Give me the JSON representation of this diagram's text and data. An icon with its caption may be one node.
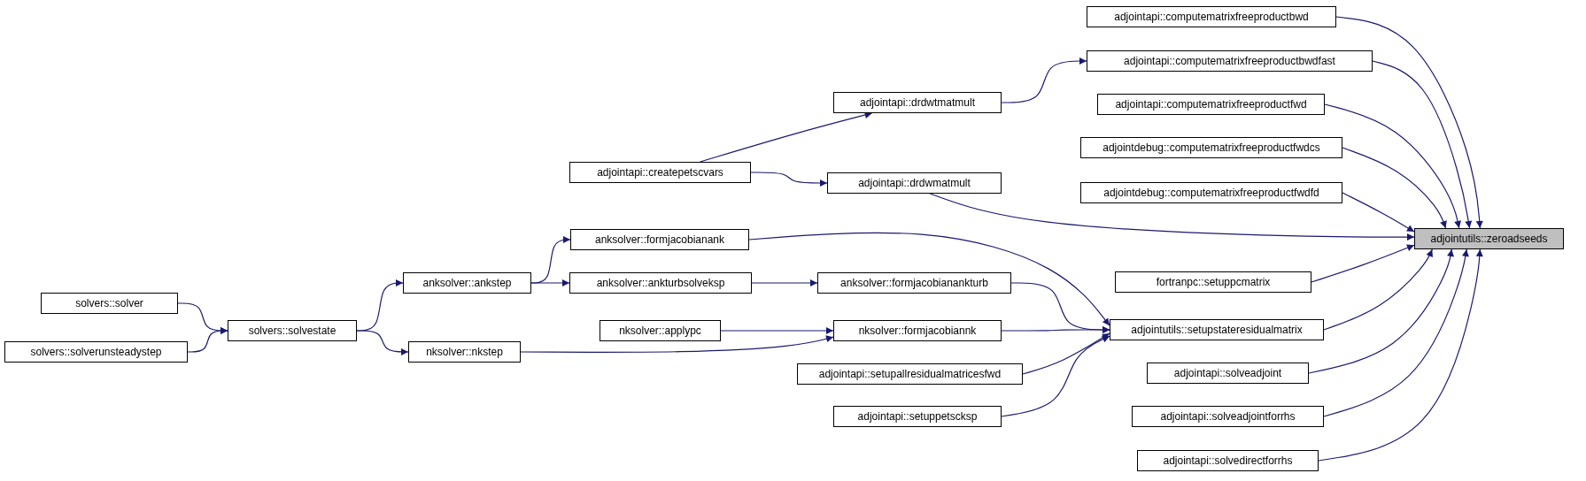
{
  "diagram": {
    "nodes": [
      {
        "text": [
          "adjointapi::computematrixfreeproductbwd"
        ]
      },
      {
        "text": [
          "adjointapi::computematrixfreeproductbwdfast"
        ]
      },
      {
        "text": [
          "adjointapi::drdwtmatmult"
        ]
      },
      {
        "text": [
          "adjointapi::computematrixfreeproductfwd"
        ]
      },
      {
        "text": [
          "adjointdebug::computematrixfreeproductfwdcs"
        ]
      },
      {
        "text": [
          "adjointapi::createpetscvars"
        ]
      },
      {
        "text": [
          "adjointapi::drdwmatmult"
        ]
      },
      {
        "text": [
          "adjointdebug::computematrixfreeproductfwdfd"
        ]
      },
      {
        "text": [
          "adjointutils::zeroadseeds"
        ]
      },
      {
        "text": [
          "anksolver::formjacobianank"
        ]
      },
      {
        "text": [
          "fortranpc::setuppcmatrix"
        ]
      },
      {
        "text": [
          "anksolver::ankstep"
        ]
      },
      {
        "text": [
          "anksolver::ankturbsolveksp"
        ]
      },
      {
        "text": [
          "anksolver::formjacobianankturb"
        ]
      },
      {
        "text": [
          "solvers::solver"
        ]
      },
      {
        "text": [
          "solvers::solvestate"
        ]
      },
      {
        "text": [
          "nksolver::applypc"
        ]
      },
      {
        "text": [
          "nksolver::formjacobiannk"
        ]
      },
      {
        "text": [
          "adjointutils::setupstateresidualmatrix"
        ]
      },
      {
        "text": [
          "solvers::solverunsteadystep"
        ]
      },
      {
        "text": [
          "nksolver::nkstep"
        ]
      },
      {
        "text": [
          "adjointapi::setupallresidualmatricesfwd"
        ]
      },
      {
        "text": [
          "adjointapi::solveadjoint"
        ]
      },
      {
        "text": [
          "adjointapi::setuppetscksp"
        ]
      },
      {
        "text": [
          "adjointapi::solveadjointforrhs"
        ]
      },
      {
        "text": [
          "adjointapi::solvedirectforrhs"
        ]
      }
    ],
    "edges": [
      {
        "from": 0,
        "to": 8,
        "arrow": "to"
      },
      {
        "from": 1,
        "to": 8,
        "arrow": "to"
      },
      {
        "from": 2,
        "to": 1,
        "arrow": "to"
      },
      {
        "from": 5,
        "to": 2,
        "arrow": "to"
      },
      {
        "from": 5,
        "to": 6,
        "arrow": "to"
      },
      {
        "from": 6,
        "to": 8,
        "arrow": "to"
      },
      {
        "from": 3,
        "to": 8,
        "arrow": "to"
      },
      {
        "from": 4,
        "to": 8,
        "arrow": "to"
      },
      {
        "from": 7,
        "to": 8,
        "arrow": "to"
      },
      {
        "from": 10,
        "to": 8,
        "arrow": "to"
      },
      {
        "from": 18,
        "to": 8,
        "arrow": "to"
      },
      {
        "from": 22,
        "to": 8,
        "arrow": "to"
      },
      {
        "from": 24,
        "to": 8,
        "arrow": "to"
      },
      {
        "from": 25,
        "to": 8,
        "arrow": "to"
      },
      {
        "from": 9,
        "to": 18,
        "arrow": "to"
      },
      {
        "from": 13,
        "to": 18,
        "arrow": "to"
      },
      {
        "from": 17,
        "to": 18,
        "arrow": "to"
      },
      {
        "from": 21,
        "to": 18,
        "arrow": "to"
      },
      {
        "from": 23,
        "to": 18,
        "arrow": "to"
      },
      {
        "from": 11,
        "to": 9,
        "arrow": "to"
      },
      {
        "from": 11,
        "to": 12,
        "arrow": "to"
      },
      {
        "from": 12,
        "to": 13,
        "arrow": "to"
      },
      {
        "from": 16,
        "to": 17,
        "arrow": "to"
      },
      {
        "from": 20,
        "to": 17,
        "arrow": "to"
      },
      {
        "from": 15,
        "to": 11,
        "arrow": "to"
      },
      {
        "from": 15,
        "to": 20,
        "arrow": "to"
      },
      {
        "from": 14,
        "to": 15,
        "arrow": "to"
      },
      {
        "from": 19,
        "to": 15,
        "arrow": "to"
      }
    ]
  }
}
